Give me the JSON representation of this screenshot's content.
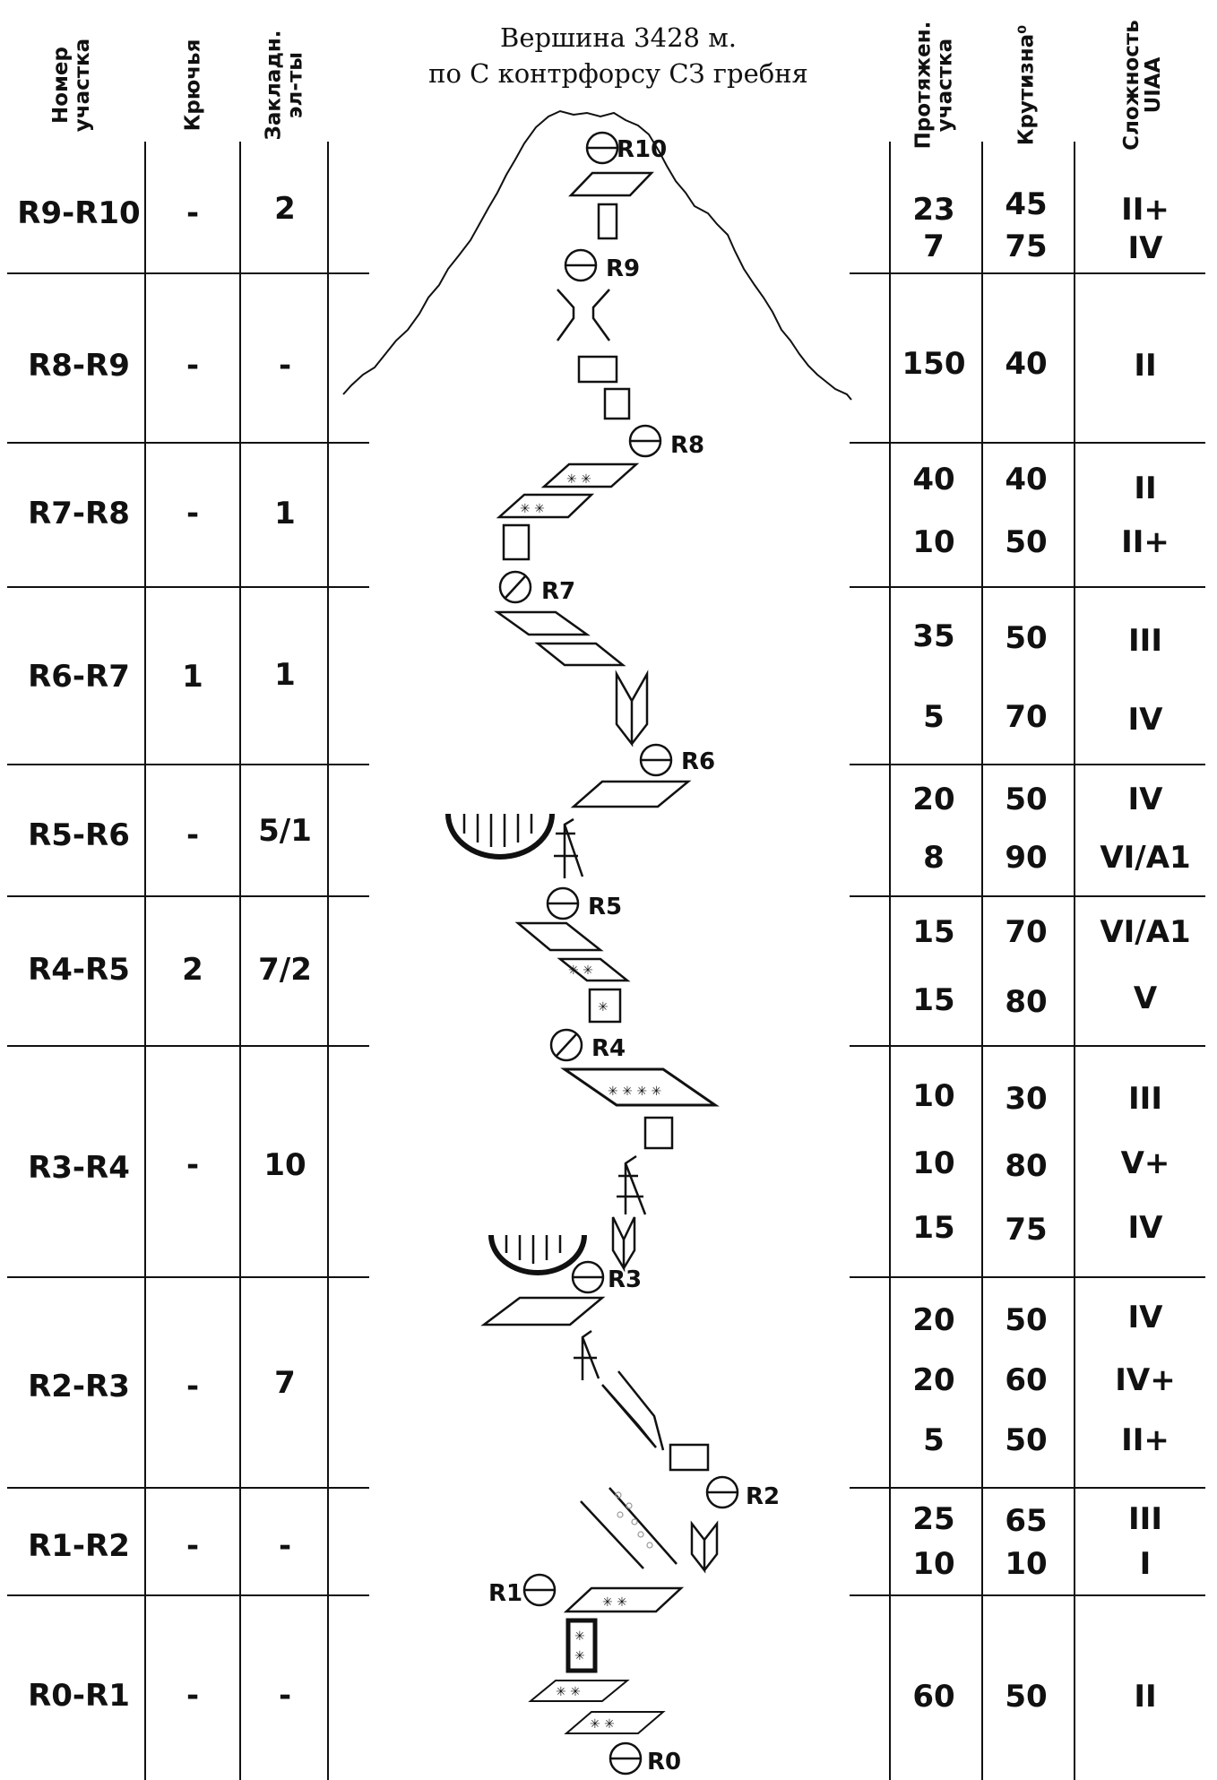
{
  "title": {
    "line1": "Вершина 3428 м.",
    "line2": "по С контрфорсу СЗ гребня"
  },
  "headers": {
    "section": "Номер\nучастка",
    "hooks": "Крючья",
    "nuts": "Закладн.\nэл-ты",
    "length": "Протяжен.\nучастка",
    "angle": "Крутизна⁰",
    "difficulty": "Сложность\nUIAA"
  },
  "sections": [
    {
      "name": "R9-R10",
      "hooks": "-",
      "nuts": "2",
      "pitches": [
        {
          "len": "23",
          "angle": "45",
          "grade": "II+"
        },
        {
          "len": "7",
          "angle": "75",
          "grade": "IV"
        }
      ]
    },
    {
      "name": "R8-R9",
      "hooks": "-",
      "nuts": "-",
      "pitches": [
        {
          "len": "150",
          "angle": "40",
          "grade": "II"
        }
      ]
    },
    {
      "name": "R7-R8",
      "hooks": "-",
      "nuts": "1",
      "pitches": [
        {
          "len": "40",
          "angle": "40",
          "grade": "II"
        },
        {
          "len": "10",
          "angle": "50",
          "grade": "II+"
        }
      ]
    },
    {
      "name": "R6-R7",
      "hooks": "1",
      "nuts": "1",
      "pitches": [
        {
          "len": "35",
          "angle": "50",
          "grade": "III"
        },
        {
          "len": "5",
          "angle": "70",
          "grade": "IV"
        }
      ]
    },
    {
      "name": "R5-R6",
      "hooks": "-",
      "nuts": "5/1",
      "pitches": [
        {
          "len": "20",
          "angle": "50",
          "grade": "IV"
        },
        {
          "len": "8",
          "angle": "90",
          "grade": "VI/A1"
        }
      ]
    },
    {
      "name": "R4-R5",
      "hooks": "2",
      "nuts": "7/2",
      "pitches": [
        {
          "len": "15",
          "angle": "70",
          "grade": "VI/A1"
        },
        {
          "len": "15",
          "angle": "80",
          "grade": "V"
        }
      ]
    },
    {
      "name": "R3-R4",
      "hooks": "-",
      "nuts": "10",
      "pitches": [
        {
          "len": "10",
          "angle": "30",
          "grade": "III"
        },
        {
          "len": "10",
          "angle": "80",
          "grade": "V+"
        },
        {
          "len": "15",
          "angle": "75",
          "grade": "IV"
        }
      ]
    },
    {
      "name": "R2-R3",
      "hooks": "-",
      "nuts": "7",
      "pitches": [
        {
          "len": "20",
          "angle": "50",
          "grade": "IV"
        },
        {
          "len": "20",
          "angle": "60",
          "grade": "IV+"
        },
        {
          "len": "5",
          "angle": "50",
          "grade": "II+"
        }
      ]
    },
    {
      "name": "R1-R2",
      "hooks": "-",
      "nuts": "-",
      "pitches": [
        {
          "len": "25",
          "angle": "65",
          "grade": "III"
        },
        {
          "len": "10",
          "angle": "10",
          "grade": "I"
        }
      ]
    },
    {
      "name": "R0-R1",
      "hooks": "-",
      "nuts": "-",
      "pitches": [
        {
          "len": "60",
          "angle": "50",
          "grade": "II"
        }
      ]
    }
  ],
  "belay_labels": [
    "R10",
    "R9",
    "R8",
    "R7",
    "R6",
    "R5",
    "R4",
    "R3",
    "R2",
    "R1",
    "R0"
  ],
  "symbols": [
    "summit-ridge-outline",
    "belay-station-icon",
    "belay-station-slashed-icon",
    "slab-icon",
    "snow-slab-icon",
    "wall-icon",
    "chimney-icon",
    "inner-corner-icon",
    "overhang-icon",
    "cornice-icon",
    "scree-couloir-icon"
  ]
}
